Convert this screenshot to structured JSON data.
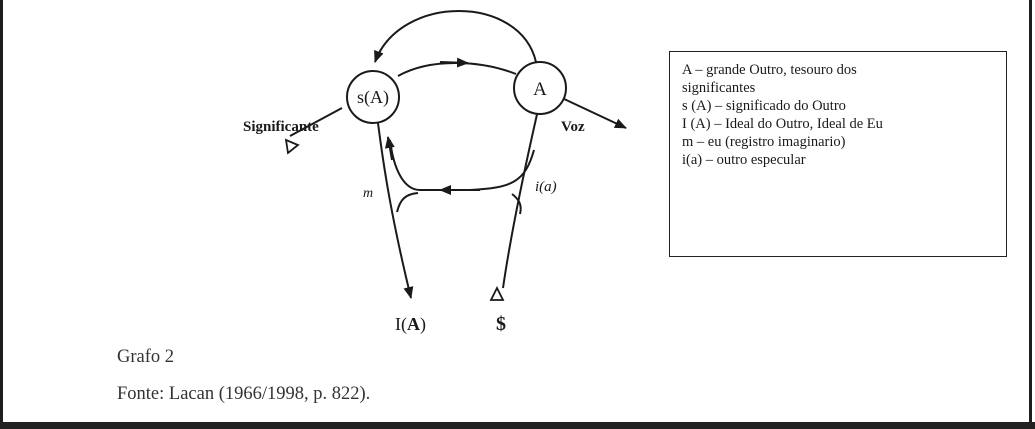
{
  "graph": {
    "node_sA": "s(A)",
    "node_A": "A",
    "label_significante": "Significante",
    "label_voz": "Voz",
    "label_m": "m",
    "label_ia": "i(a)",
    "label_IA_pre": "I(",
    "label_IA_bold": "A",
    "label_IA_post": ")",
    "label_S": "$"
  },
  "legend": {
    "lines": [
      "A – grande Outro, tesouro dos",
      "significantes",
      "s (A) – significado do Outro",
      "I (A) – Ideal do Outro, Ideal de Eu",
      "m – eu (registro imaginario)",
      "i(a) – outro especular"
    ]
  },
  "caption": {
    "title": "Grafo 2",
    "source": "Fonte: Lacan (1966/1998, p. 822)."
  }
}
